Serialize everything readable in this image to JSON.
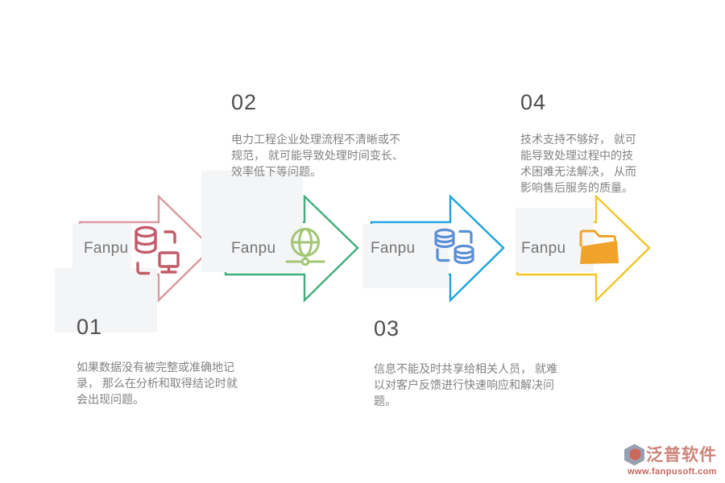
{
  "steps": [
    {
      "number": "01",
      "label": "Fanpu",
      "icon": "database-monitor-icon",
      "arrow_color": "#D9989F",
      "icon_color": "#C25B69",
      "description": "如果数据没有被完整或准确地记\n录， 那么在分析和取得结论时就\n会出现问题。"
    },
    {
      "number": "02",
      "label": "Fanpu",
      "icon": "globe-network-icon",
      "arrow_color": "#3FAE7C",
      "icon_color": "#A3C674",
      "description": "电力工程企业处理流程不清晰或不\n规范， 就可能导致处理时间变长、\n效率低下等问题。"
    },
    {
      "number": "03",
      "label": "Fanpu",
      "icon": "database-sync-icon",
      "arrow_color": "#1BA4DD",
      "icon_color": "#5B8FD6",
      "description": "信息不能及时共享给相关人员， 就难\n以对客户反馈进行快速响应和解决问\n题。"
    },
    {
      "number": "04",
      "label": "Fanpu",
      "icon": "folder-icon",
      "arrow_color": "#F3C427",
      "icon_color": "#F0A32B",
      "description": "技术支持不够好， 就可\n能导致处理过程中的技\n术困难无法解决， 从而\n影响售后服务的质量。"
    }
  ],
  "decor": {
    "square_color": "#F4F5F7"
  },
  "brand": {
    "name": "泛普软件",
    "website": "www.fanpusoft.com",
    "name_color": "#C97A70",
    "url_color": "#C2574E"
  }
}
